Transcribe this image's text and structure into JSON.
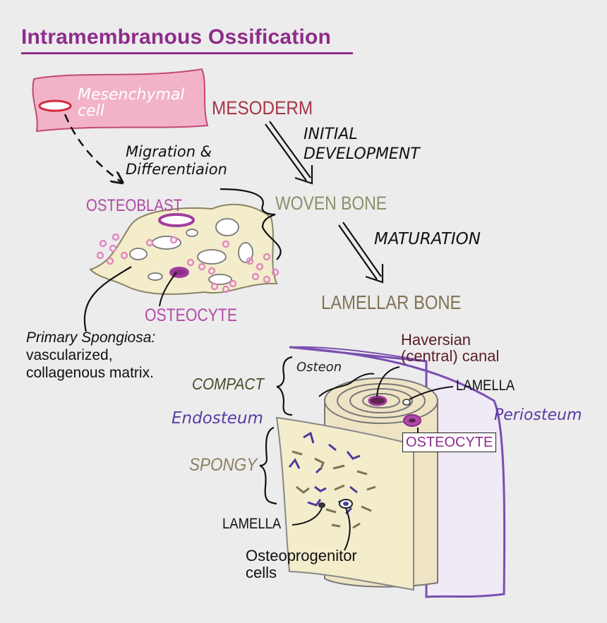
{
  "title": "Intramembranous Ossification",
  "mesenchymal": {
    "line1": "Mesenchymal",
    "line2": "cell"
  },
  "mesoderm": "MESODERM",
  "initial_development": {
    "line1": "INITIAL",
    "line2": "DEVELOPMENT"
  },
  "migration": {
    "line1": "Migration &",
    "line2": "Differentiaion"
  },
  "osteoblast": "OSTEOBLAST",
  "woven_bone": "WOVEN BONE",
  "maturation": "MATURATION",
  "lamellar_bone": "LAMELLAR BONE",
  "osteocyte_top": "OSTEOCYTE",
  "primary_spongiosa": {
    "line1": "Primary Spongiosa:",
    "line2": "vascularized,",
    "line3": "collagenous matrix."
  },
  "haversian": {
    "line1": "Haversian",
    "line2": "(central) canal"
  },
  "osteon": "Osteon",
  "compact": "COMPACT",
  "lamella_top": "LAMELLA",
  "endosteum": "Endosteum",
  "periosteum": "Periosteum",
  "osteocyte_bottom": "OSTEOCYTE",
  "spongy": "SPONGY",
  "lamella_bottom": "LAMELLA",
  "osteoprogenitor": {
    "line1": "Osteoprogenitor",
    "line2": "cells"
  },
  "colors": {
    "title": "#8e2c8a",
    "mesenchyme_fill": "#f2b3c9",
    "bone_fill": "#f3edcc",
    "periosteum": "#7a4fb0",
    "cell_pink": "#e287c0",
    "mesoderm_text": "#a8344a"
  }
}
